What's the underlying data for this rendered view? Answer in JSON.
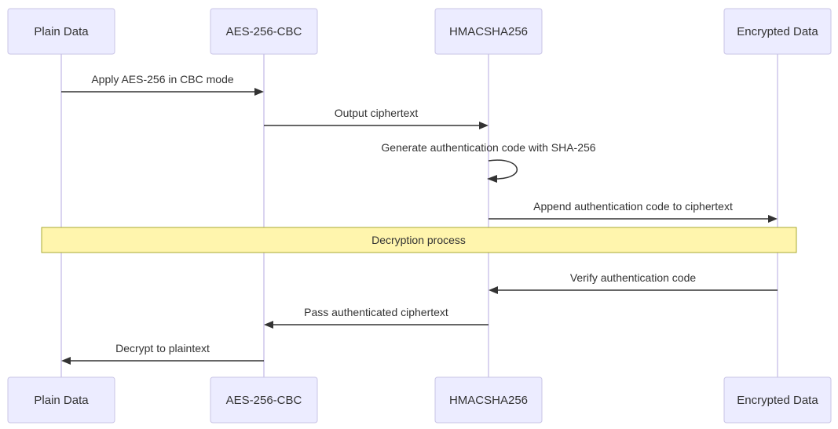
{
  "diagram": {
    "type": "sequence-diagram",
    "actors": [
      {
        "name": "Plain Data"
      },
      {
        "name": "AES-256-CBC"
      },
      {
        "name": "HMACSHA256"
      },
      {
        "name": "Encrypted Data"
      }
    ],
    "messages": [
      {
        "label": "Apply AES-256 in CBC mode",
        "from": "Plain Data",
        "to": "AES-256-CBC",
        "direction": "right"
      },
      {
        "label": "Output ciphertext",
        "from": "AES-256-CBC",
        "to": "HMACSHA256",
        "direction": "right"
      },
      {
        "label": "Generate authentication code with SHA-256",
        "from": "HMACSHA256",
        "to": "HMACSHA256",
        "direction": "self"
      },
      {
        "label": "Append authentication code to ciphertext",
        "from": "HMACSHA256",
        "to": "Encrypted Data",
        "direction": "right"
      },
      {
        "label": "Verify authentication code",
        "from": "Encrypted Data",
        "to": "HMACSHA256",
        "direction": "left"
      },
      {
        "label": "Pass authenticated ciphertext",
        "from": "HMACSHA256",
        "to": "AES-256-CBC",
        "direction": "left"
      },
      {
        "label": "Decrypt to plaintext",
        "from": "AES-256-CBC",
        "to": "Plain Data",
        "direction": "left"
      }
    ],
    "note": {
      "label": "Decryption process",
      "spans": "Plain Data to Encrypted Data"
    },
    "colors": {
      "background": "#FFFFFF",
      "actor_fill": "#ECECFF",
      "actor_border": "#C9C4E6",
      "lifeline": "#CDC6EC",
      "note_fill": "#FFF5AD",
      "note_border": "#AAAA33",
      "arrow": "#333333",
      "text": "#333333"
    }
  }
}
